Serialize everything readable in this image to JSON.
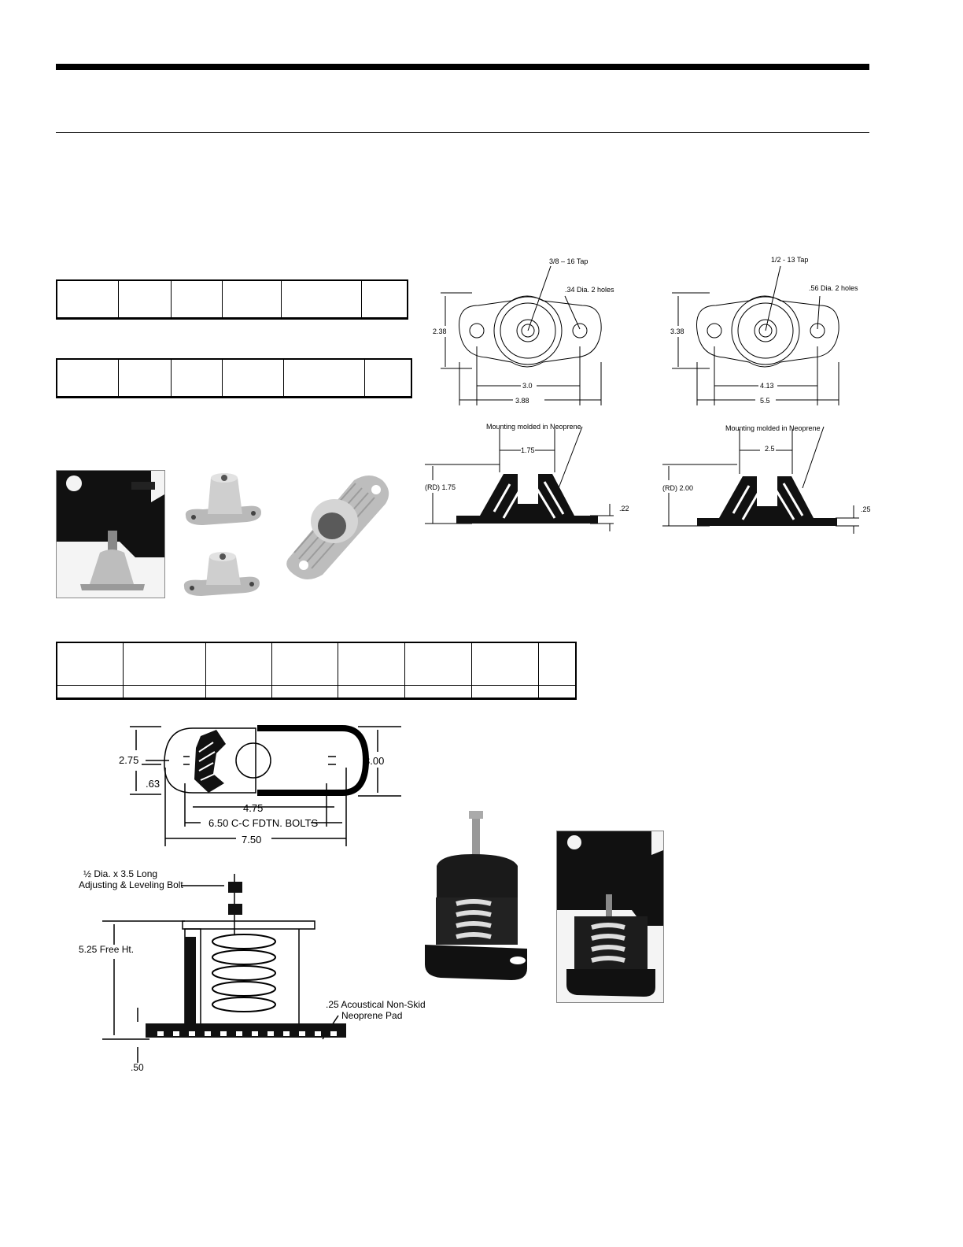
{
  "page": {
    "small_mount_drawing": {
      "tap_label": "3/8 – 16 Tap",
      "holes_label": ".34 Dia. 2 holes",
      "height": "2.38",
      "hole_spacing": "3.0",
      "overall_length": "3.88",
      "section_label": "Mounting molded in Neoprene",
      "top_width": "1.75",
      "section_height": "(RD) 1.75",
      "base_thickness": ".22"
    },
    "large_mount_drawing": {
      "tap_label": "1/2 - 13 Tap",
      "holes_label": ".56 Dia. 2 holes",
      "height": "3.38",
      "hole_spacing": "4.13",
      "overall_length": "5.5",
      "section_label": "Mounting molded in Neoprene",
      "top_width": "2.5",
      "section_height": "(RD) 2.00",
      "base_thickness": ".25"
    },
    "spring_plan_drawing": {
      "width": "2.75",
      "slot": ".63",
      "height": "3.00",
      "inner": "4.75",
      "bolts": "6.50 C-C FDTN. BOLTS",
      "overall": "7.50"
    },
    "spring_section_drawing": {
      "bolt_label_1": "½ Dia. x 3.5  Long",
      "bolt_label_2": "Adjusting & Leveling Bolt",
      "free_height": "5.25  Free Ht.",
      "pad_label_1": ".25 Acoustical Non-Skid",
      "pad_label_2": "Neoprene Pad",
      "base": ".50"
    }
  }
}
